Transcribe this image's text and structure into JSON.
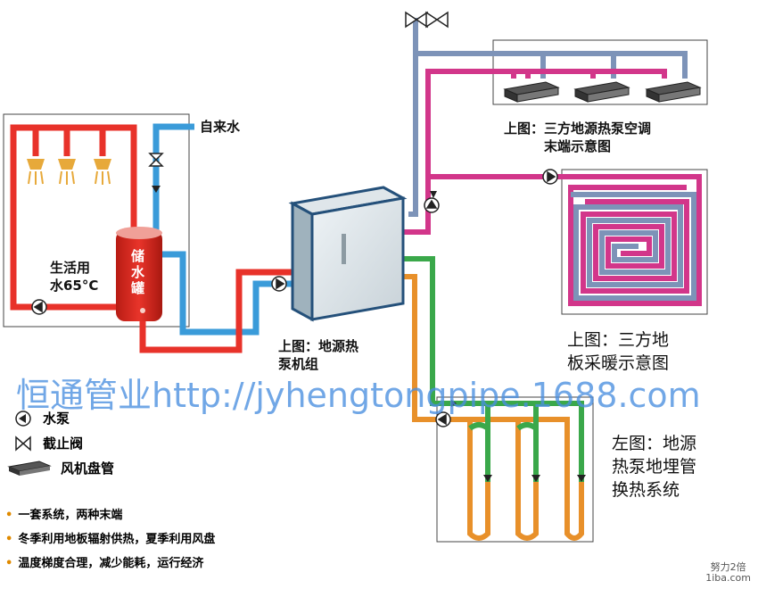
{
  "labels": {
    "tap_water": "自来水",
    "domestic_water": "生活用\n水65°C",
    "tank": "储\n水\n罐",
    "unit": "上图：地源热\n泵机组",
    "fan_coil_caption": "上图：三方地源热泵空调\n末端示意图",
    "floor_caption": "上图：三方地\n板采暖示意图",
    "ground_caption": "左图：地源\n热泵地埋管\n换热系统"
  },
  "watermark": "恒通管业http://jyhengtongpipe.1688.com",
  "legend": [
    {
      "icon": "pump-icon",
      "text": "水泵"
    },
    {
      "icon": "valve-icon",
      "text": "截止阀"
    },
    {
      "icon": "fan-coil-icon",
      "text": "风机盘管"
    }
  ],
  "bullets": [
    "一套系统，两种末端",
    "冬季利用地板辐射供热，夏季利用风盘",
    "温度梯度合理，减少能耗，运行经济"
  ],
  "corner": {
    "line1": "努力2倍",
    "line2": "1iba.com"
  },
  "colors": {
    "hot": "#e8322a",
    "cold": "#3a9bd9",
    "magenta": "#d2368a",
    "slate": "#7d93b8",
    "green": "#3aa84a",
    "orange": "#e8902a"
  }
}
